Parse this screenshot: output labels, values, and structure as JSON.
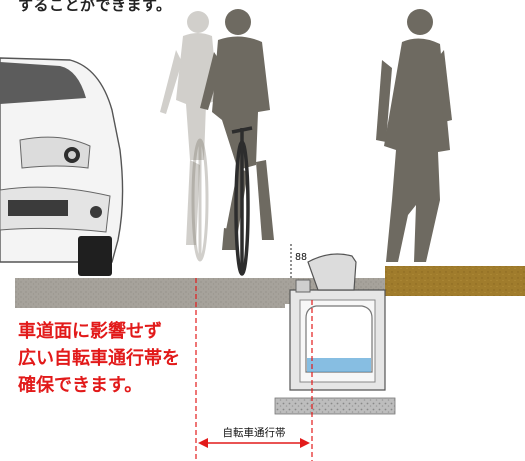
{
  "top_text": "することができます。",
  "caption_lines": [
    "車道面に影響せず",
    "広い自転車通行帯を",
    "確保できます。"
  ],
  "dimension_label": "88",
  "lane_label": "自転車通行帯",
  "colors": {
    "caption": "#e21a1a",
    "ground": "#a39d95",
    "soil": "#9c7a2a",
    "water": "#5fa8d8",
    "silhouette": "#6e6a61"
  }
}
